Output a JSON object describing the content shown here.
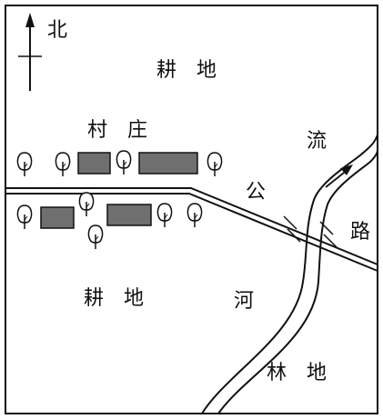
{
  "north_arrow": {
    "label": "北"
  },
  "areas": {
    "farmland_north": "耕　地",
    "village": "村　庄",
    "farmland_south": "耕　地",
    "forest": "林　地"
  },
  "features": {
    "road_chars": [
      "公",
      "路"
    ],
    "river_chars": [
      "流",
      "河"
    ]
  },
  "colors": {
    "ink": "#111111",
    "building_fill": "#6f6f6f",
    "background": "#ffffff"
  },
  "icons": {
    "tree": "tree-icon",
    "building": "building-icon",
    "flow_arrow": "flow-direction-arrow-icon",
    "north_arrow": "north-arrow-icon"
  }
}
